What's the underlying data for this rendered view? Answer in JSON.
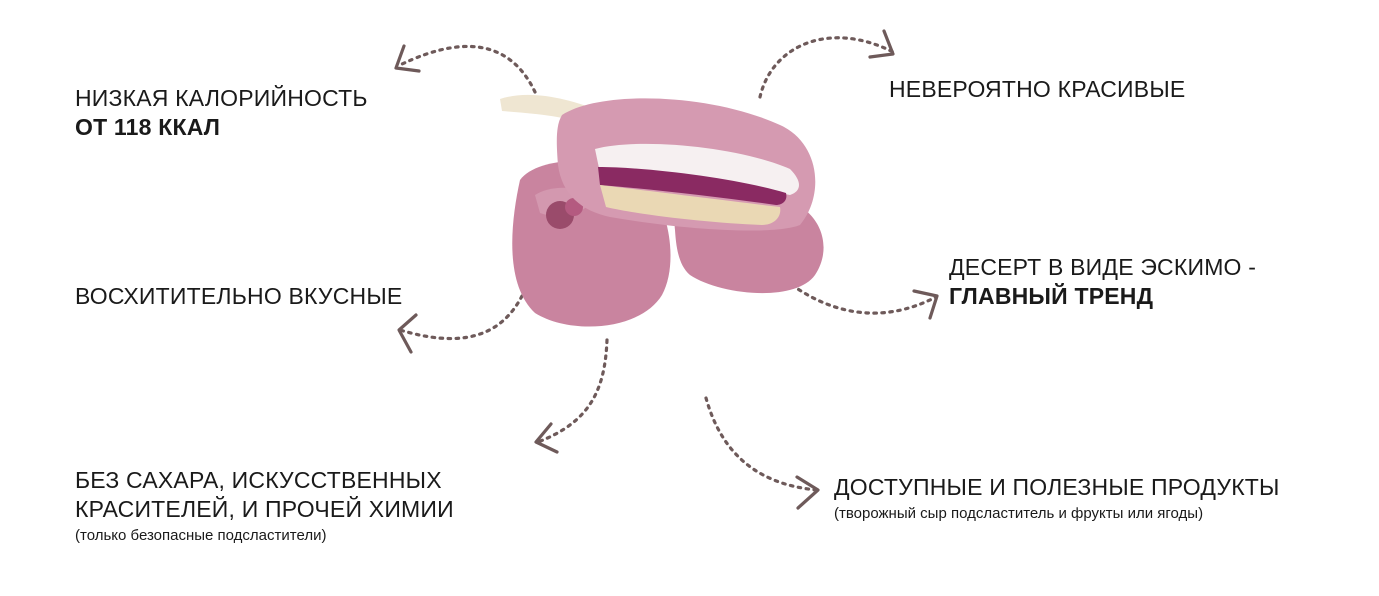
{
  "colors": {
    "arrow": "#6e5a5a",
    "text": "#1a1a1a",
    "glaze": "#c9849f",
    "glaze_light": "#dba5bb",
    "berry_layer": "#8a2a62",
    "cream": "#f6f0f1",
    "sponge": "#ead8b4",
    "stick": "#efe6d2"
  },
  "features": {
    "calories": {
      "line1": "НИЗКАЯ КАЛОРИЙНОСТЬ",
      "line2": "ОТ 118 ККАЛ"
    },
    "tasty": {
      "line1": "ВОСХИТИТЕЛЬНО ВКУСНЫЕ"
    },
    "no_sugar": {
      "line1": "БЕЗ САХАРА, ИСКУССТВЕННЫХ",
      "line2": "КРАСИТЕЛЕЙ, И ПРОЧЕЙ ХИМИИ",
      "note": "(только безопасные подсластители)"
    },
    "beautiful": {
      "line1": "НЕВЕРОЯТНО КРАСИВЫЕ"
    },
    "trend": {
      "line1": "ДЕСЕРТ В ВИДЕ ЭСКИМО -",
      "line2": "ГЛАВНЫЙ ТРЕНД"
    },
    "products": {
      "line1": "ДОСТУПНЫЕ И ПОЛЕЗНЫЕ ПРОДУКТЫ",
      "note": "(творожный сыр подсластитель и фрукты или ягоды)"
    }
  }
}
